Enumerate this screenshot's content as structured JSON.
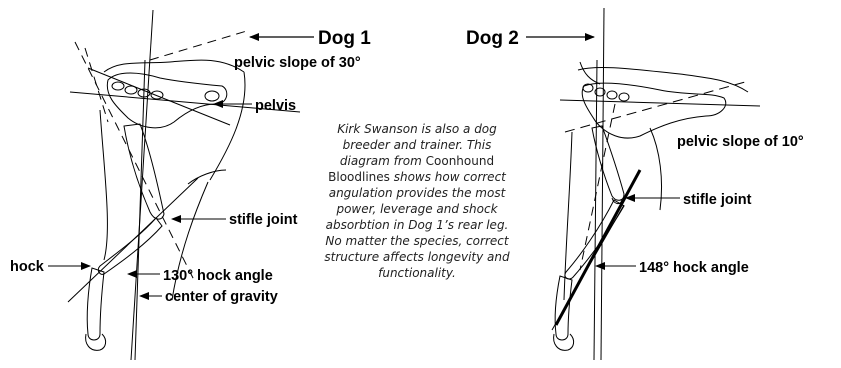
{
  "dog1": {
    "title": "Dog 1",
    "labels": {
      "pelvic_slope": "pelvic slope of 30°",
      "pelvis": "pelvis",
      "stifle": "stifle joint",
      "hock": "hock",
      "hock_angle": "130° hock angle",
      "center_gravity": "center of gravity"
    }
  },
  "dog2": {
    "title": "Dog 2",
    "labels": {
      "pelvic_slope": "pelvic slope of 10°",
      "stifle": "stifle joint",
      "hock_angle": "148° hock angle"
    }
  },
  "caption": {
    "part1": "Kirk Swanson is also a dog breeder and trainer. This diagram from ",
    "source": "Coonhound Bloodlines",
    "part2": " shows how correct angulation provides the most power, leverage and shock absorbtion in Dog 1’s rear leg. No matter the species, correct structure affects longevity and functionality."
  }
}
